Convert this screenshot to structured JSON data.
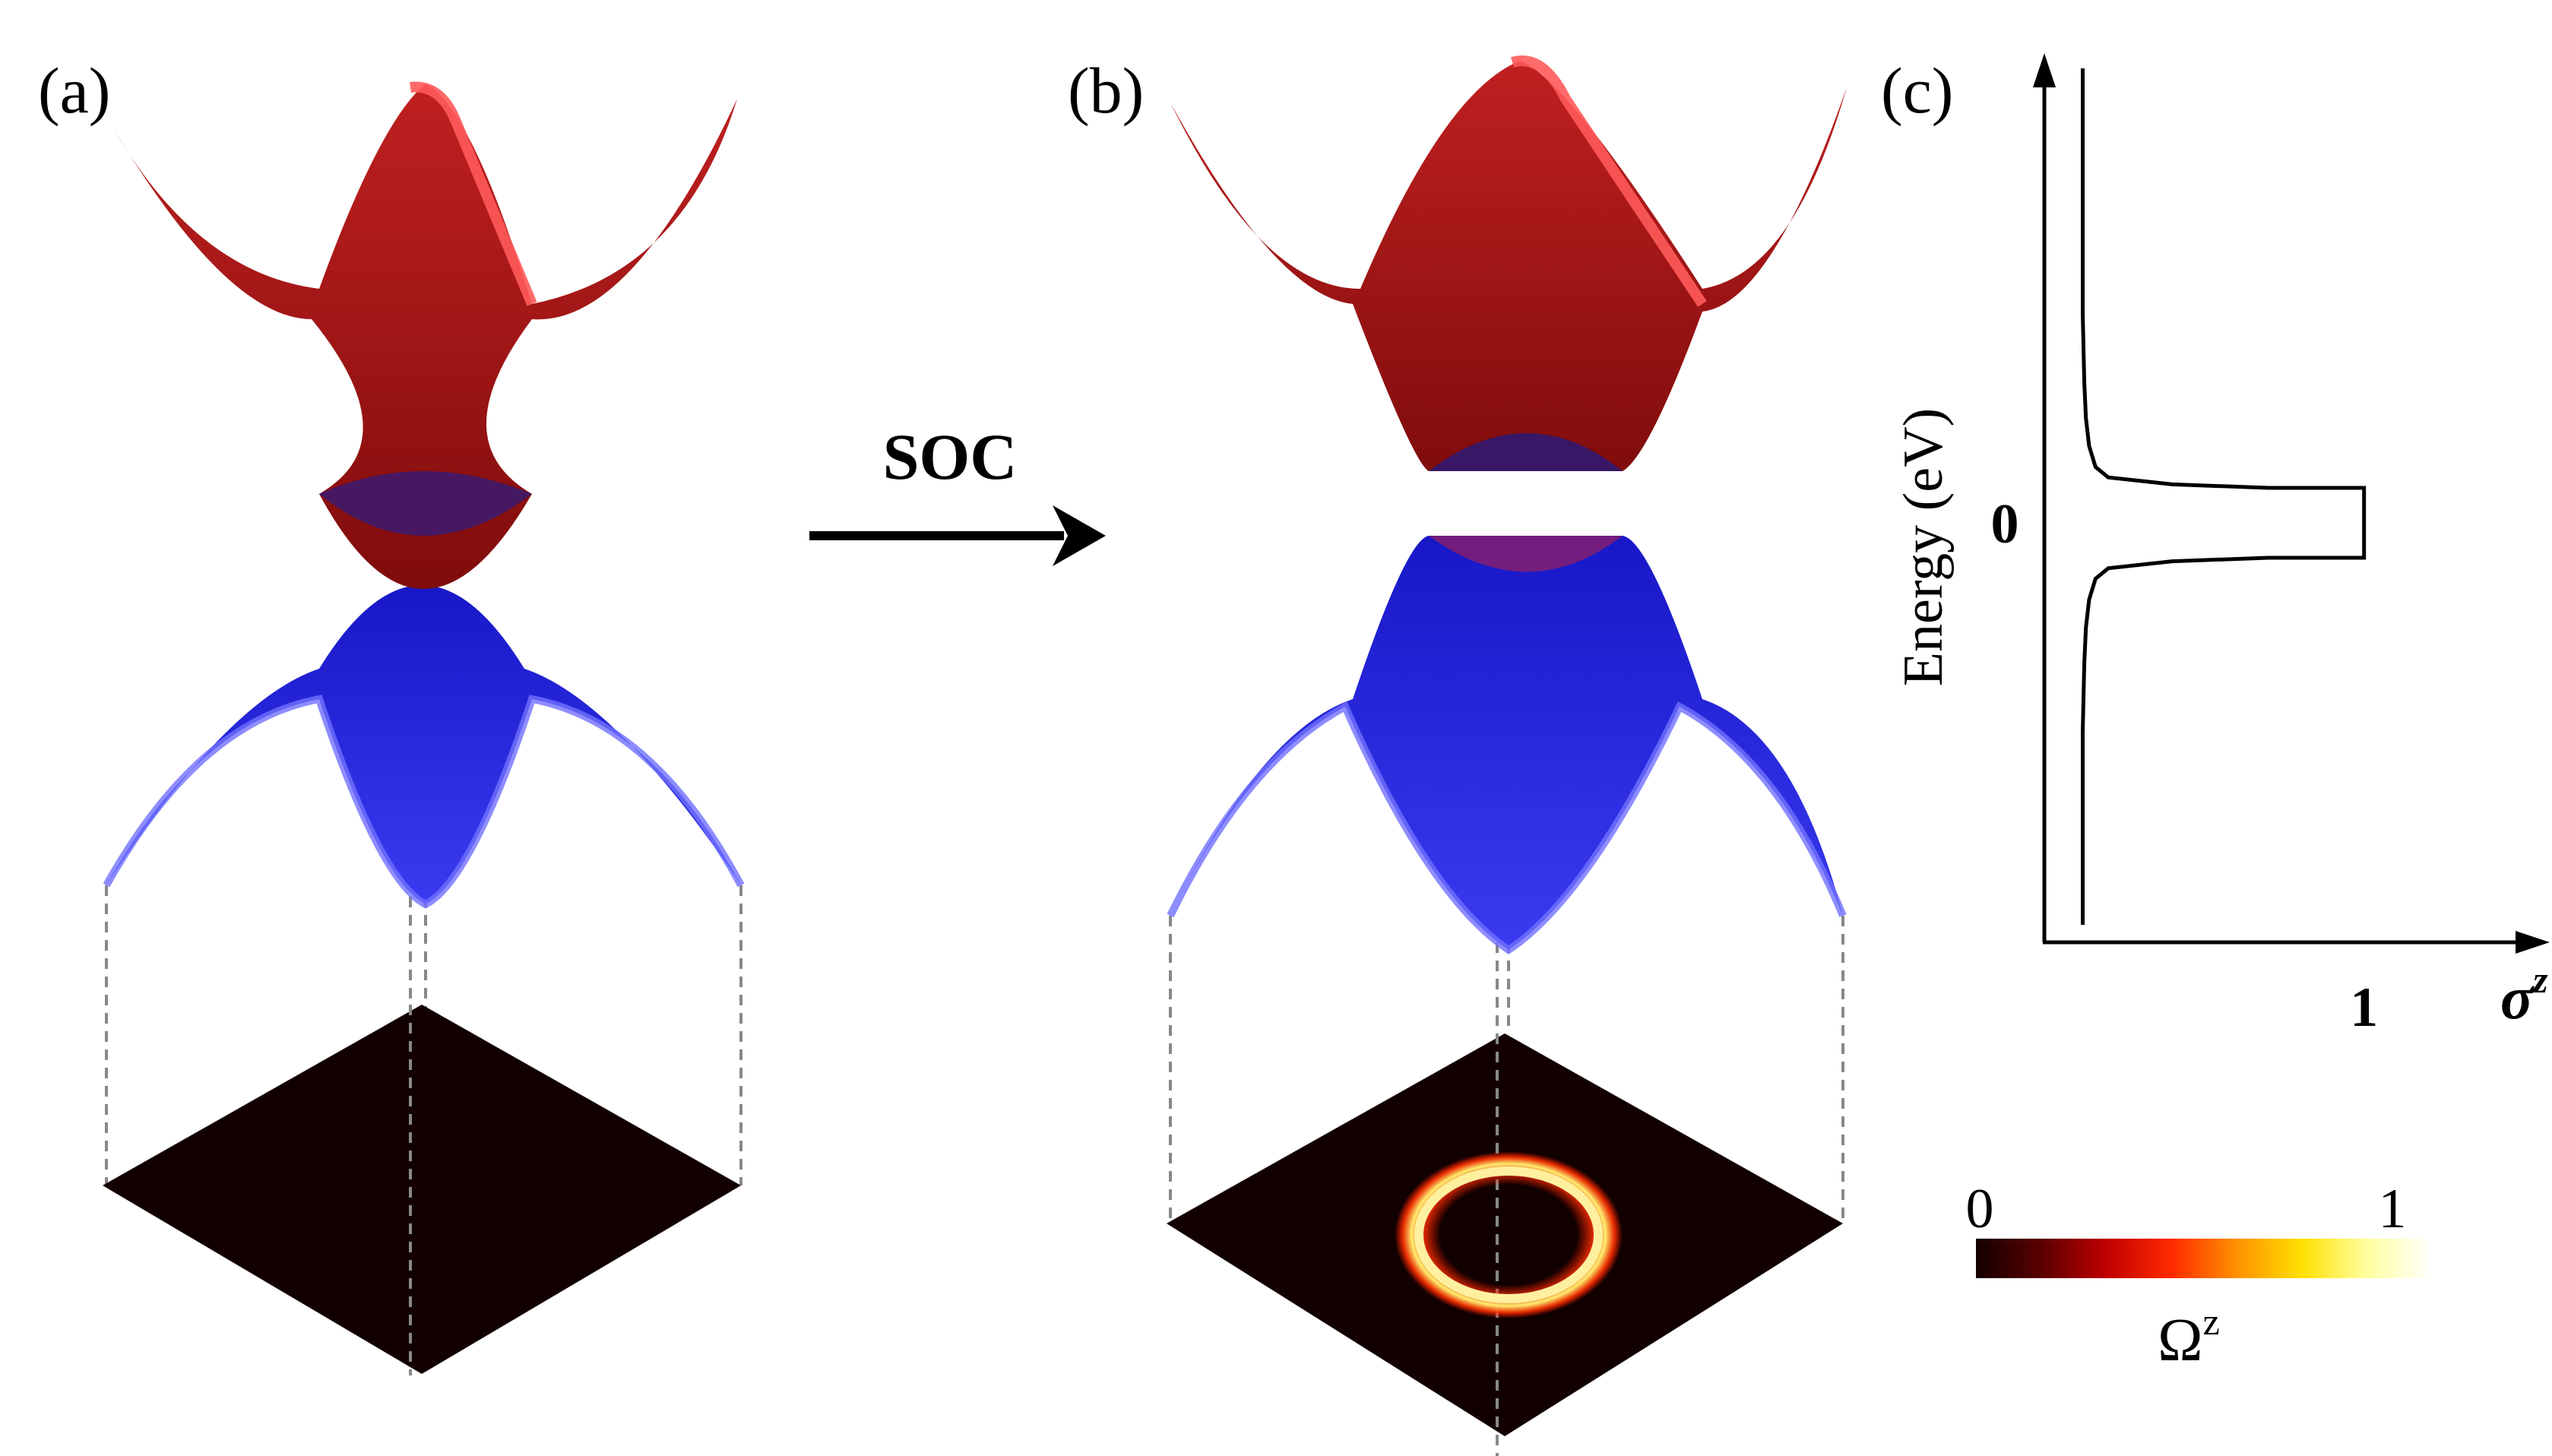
{
  "panels": {
    "a": {
      "label": "(a)"
    },
    "b": {
      "label": "(b)"
    },
    "c": {
      "label": "(c)"
    }
  },
  "arrow": {
    "label": "SOC"
  },
  "colors": {
    "conduction_band": "#a01818",
    "conduction_edge": "#ff4a4a",
    "valence_band": "#2020d8",
    "valence_edge": "#6a6aff",
    "plane": "#120000",
    "ring": "#ffdc40"
  },
  "colorbar": {
    "min_label": "0",
    "max_label": "1",
    "title": "Ω",
    "title_sup": "z",
    "stops": [
      "#140000",
      "#5a0000",
      "#c00000",
      "#ff2a00",
      "#ff9000",
      "#ffe000",
      "#ffffa0",
      "#ffffff"
    ]
  },
  "chart_data": {
    "type": "line",
    "ylabel": "Energy (eV)",
    "xlabel": "σ",
    "xlabel_sup": "z",
    "x_tick_label": "1",
    "y_tick_label": "0",
    "xlim": [
      0,
      1.45
    ],
    "ylim": [
      -1.2,
      1.3
    ],
    "series": [
      {
        "points": [
          [
            0.12,
            1.3
          ],
          [
            0.12,
            0.9
          ],
          [
            0.12,
            0.6
          ],
          [
            0.125,
            0.4
          ],
          [
            0.13,
            0.3
          ],
          [
            0.14,
            0.22
          ],
          [
            0.16,
            0.16
          ],
          [
            0.2,
            0.13
          ],
          [
            0.4,
            0.11
          ],
          [
            0.7,
            0.1
          ],
          [
            1.0,
            0.1
          ],
          [
            1.0,
            -0.1
          ],
          [
            0.7,
            -0.1
          ],
          [
            0.4,
            -0.11
          ],
          [
            0.2,
            -0.13
          ],
          [
            0.16,
            -0.16
          ],
          [
            0.14,
            -0.22
          ],
          [
            0.13,
            -0.3
          ],
          [
            0.125,
            -0.4
          ],
          [
            0.12,
            -0.6
          ],
          [
            0.12,
            -0.9
          ],
          [
            0.12,
            -1.15
          ]
        ]
      }
    ]
  }
}
